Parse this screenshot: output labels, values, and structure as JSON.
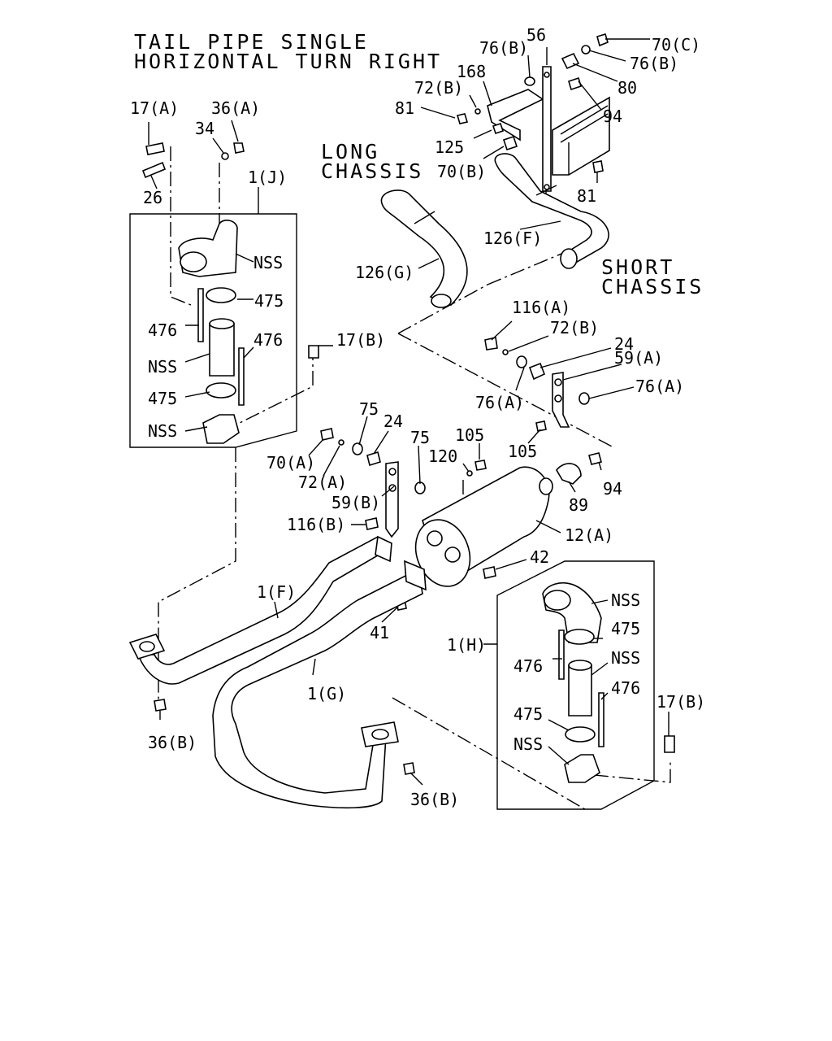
{
  "title": {
    "line1": "TAIL PIPE SINGLE",
    "line2": "HORIZONTAL TURN RIGHT"
  },
  "variants": {
    "long_1": "LONG",
    "long_2": "CHASSIS",
    "short_1": "SHORT",
    "short_2": "CHASSIS"
  },
  "callouts": {
    "c70C": "70(C)",
    "c56": "56",
    "c76B_top": "76(B)",
    "c76B_right": "76(B)",
    "c168": "168",
    "c72B_top": "72(B)",
    "c80": "80",
    "c81_top": "81",
    "c94_top": "94",
    "c125": "125",
    "c70B": "70(B)",
    "c81_mid": "81",
    "c126F": "126(F)",
    "c126G": "126(G)",
    "c17A": "17(A)",
    "c36A": "36(A)",
    "c34": "34",
    "c26": "26",
    "c1J": "1(J)",
    "cNSS_j1": "NSS",
    "c475_j1": "475",
    "c476_j1": "476",
    "c476_j2": "476",
    "cNSS_j2": "NSS",
    "c17B_left": "17(B)",
    "c475_j2": "475",
    "cNSS_j3": "NSS",
    "c116A": "116(A)",
    "c72B_mid": "72(B)",
    "c24_right": "24",
    "c59A": "59(A)",
    "c76A_right": "76(A)",
    "c76A_mid": "76(A)",
    "c75_a": "75",
    "c24_left": "24",
    "c75_b": "75",
    "c105_a": "105",
    "c120": "120",
    "c105_b": "105",
    "c94_mid": "94",
    "c89": "89",
    "c70A": "70(A)",
    "c72A": "72(A)",
    "c59B": "59(B)",
    "c116B": "116(B)",
    "c12A": "12(A)",
    "c42": "42",
    "c1F": "1(F)",
    "c41": "41",
    "c1G": "1(G)",
    "c36B_left": "36(B)",
    "c36B_mid": "36(B)",
    "c1H": "1(H)",
    "cNSS_h1": "NSS",
    "c475_h1": "475",
    "c476_h1": "476",
    "cNSS_h2": "NSS",
    "c476_h2": "476",
    "c17B_right": "17(B)",
    "c475_h2": "475",
    "cNSS_h3": "NSS"
  }
}
